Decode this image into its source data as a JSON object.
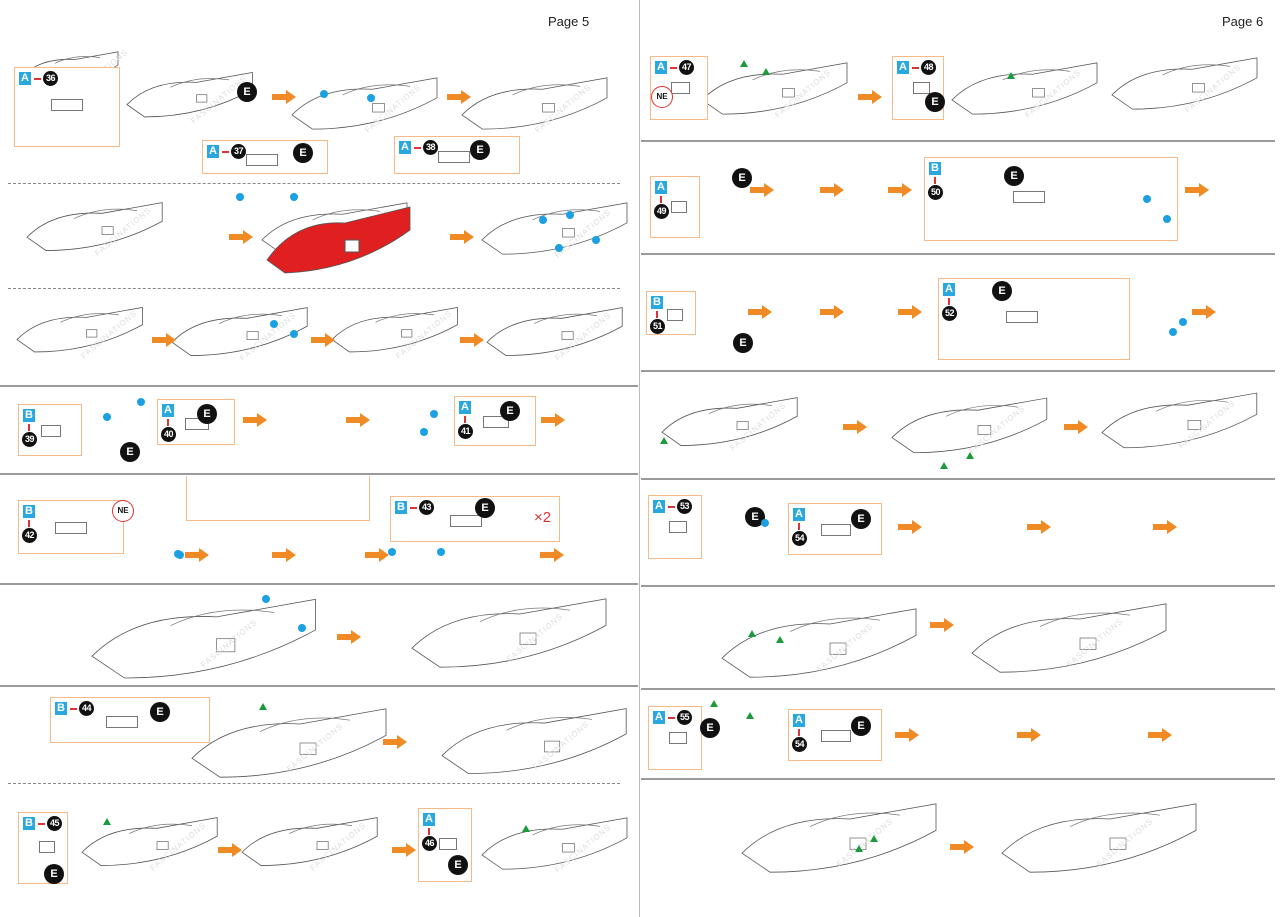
{
  "pages": {
    "left": "Page 5",
    "right": "Page 6"
  },
  "watermark": "FASCINATIONS",
  "marker_e": "E",
  "marker_ne": "NE",
  "multiplier": "×2",
  "colors": {
    "orange": "#f08a24",
    "sheet_blue": "#29a8e0",
    "red": "#e02020",
    "callout_border": "#f5b98a",
    "dot_blue": "#1ba0e2",
    "triangle_green": "#1a9a3a"
  },
  "callouts": [
    {
      "sheet": "A",
      "part": "36"
    },
    {
      "sheet": "A",
      "part": "37"
    },
    {
      "sheet": "A",
      "part": "38"
    },
    {
      "sheet": "B",
      "part": "39"
    },
    {
      "sheet": "A",
      "part": "40"
    },
    {
      "sheet": "A",
      "part": "41"
    },
    {
      "sheet": "B",
      "part": "42"
    },
    {
      "sheet": "B",
      "part": "43"
    },
    {
      "sheet": "B",
      "part": "44"
    },
    {
      "sheet": "B",
      "part": "45"
    },
    {
      "sheet": "A",
      "part": "46"
    },
    {
      "sheet": "A",
      "part": "47"
    },
    {
      "sheet": "A",
      "part": "48"
    },
    {
      "sheet": "A",
      "part": "49"
    },
    {
      "sheet": "B",
      "part": "50"
    },
    {
      "sheet": "B",
      "part": "51"
    },
    {
      "sheet": "A",
      "part": "52"
    },
    {
      "sheet": "A",
      "part": "53"
    },
    {
      "sheet": "A",
      "part": "54"
    },
    {
      "sheet": "A",
      "part": "55"
    },
    {
      "sheet": "A",
      "part": "54"
    }
  ]
}
